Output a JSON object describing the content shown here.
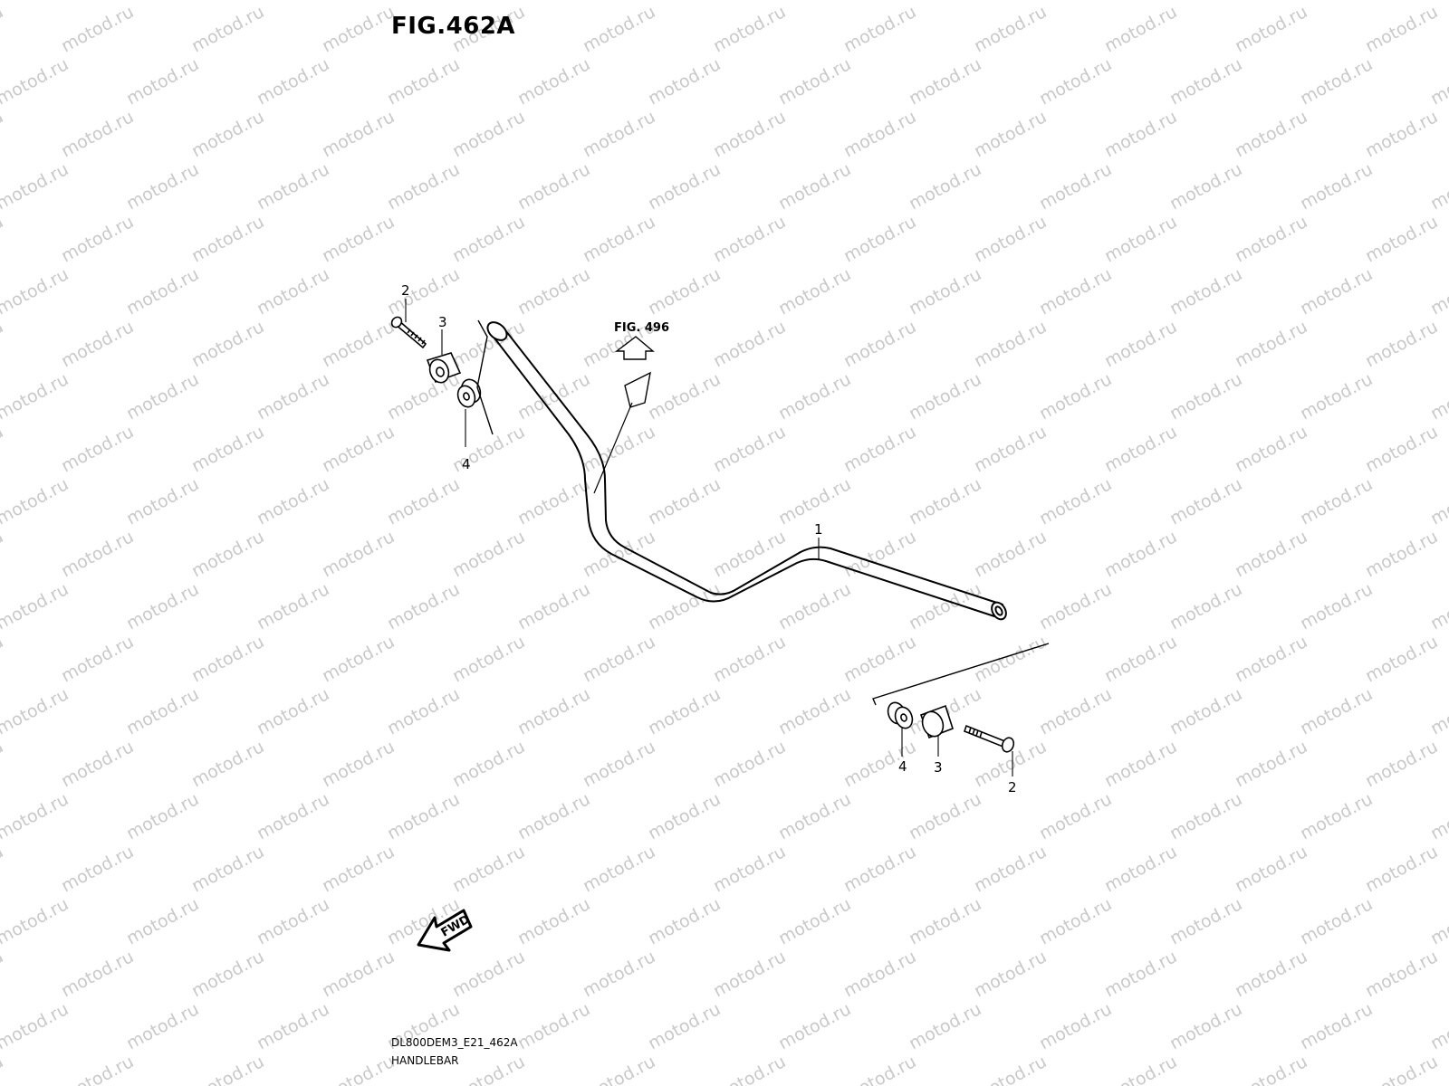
{
  "figure": {
    "title": "FIG.462A",
    "reference_label": "FIG. 496",
    "fwd_label": "FWD"
  },
  "callouts": [
    "1",
    "2",
    "3",
    "4"
  ],
  "footer": {
    "code": "DL800DEM3_E21_462A",
    "caption": "HANDLEBAR"
  },
  "watermark": {
    "text": "motod.ru",
    "color": "#c9c9c9"
  },
  "parts": [
    {
      "ref": "1",
      "name": "handlebar"
    },
    {
      "ref": "2",
      "name": "bolt"
    },
    {
      "ref": "3",
      "name": "balancer"
    },
    {
      "ref": "4",
      "name": "cushion"
    }
  ]
}
